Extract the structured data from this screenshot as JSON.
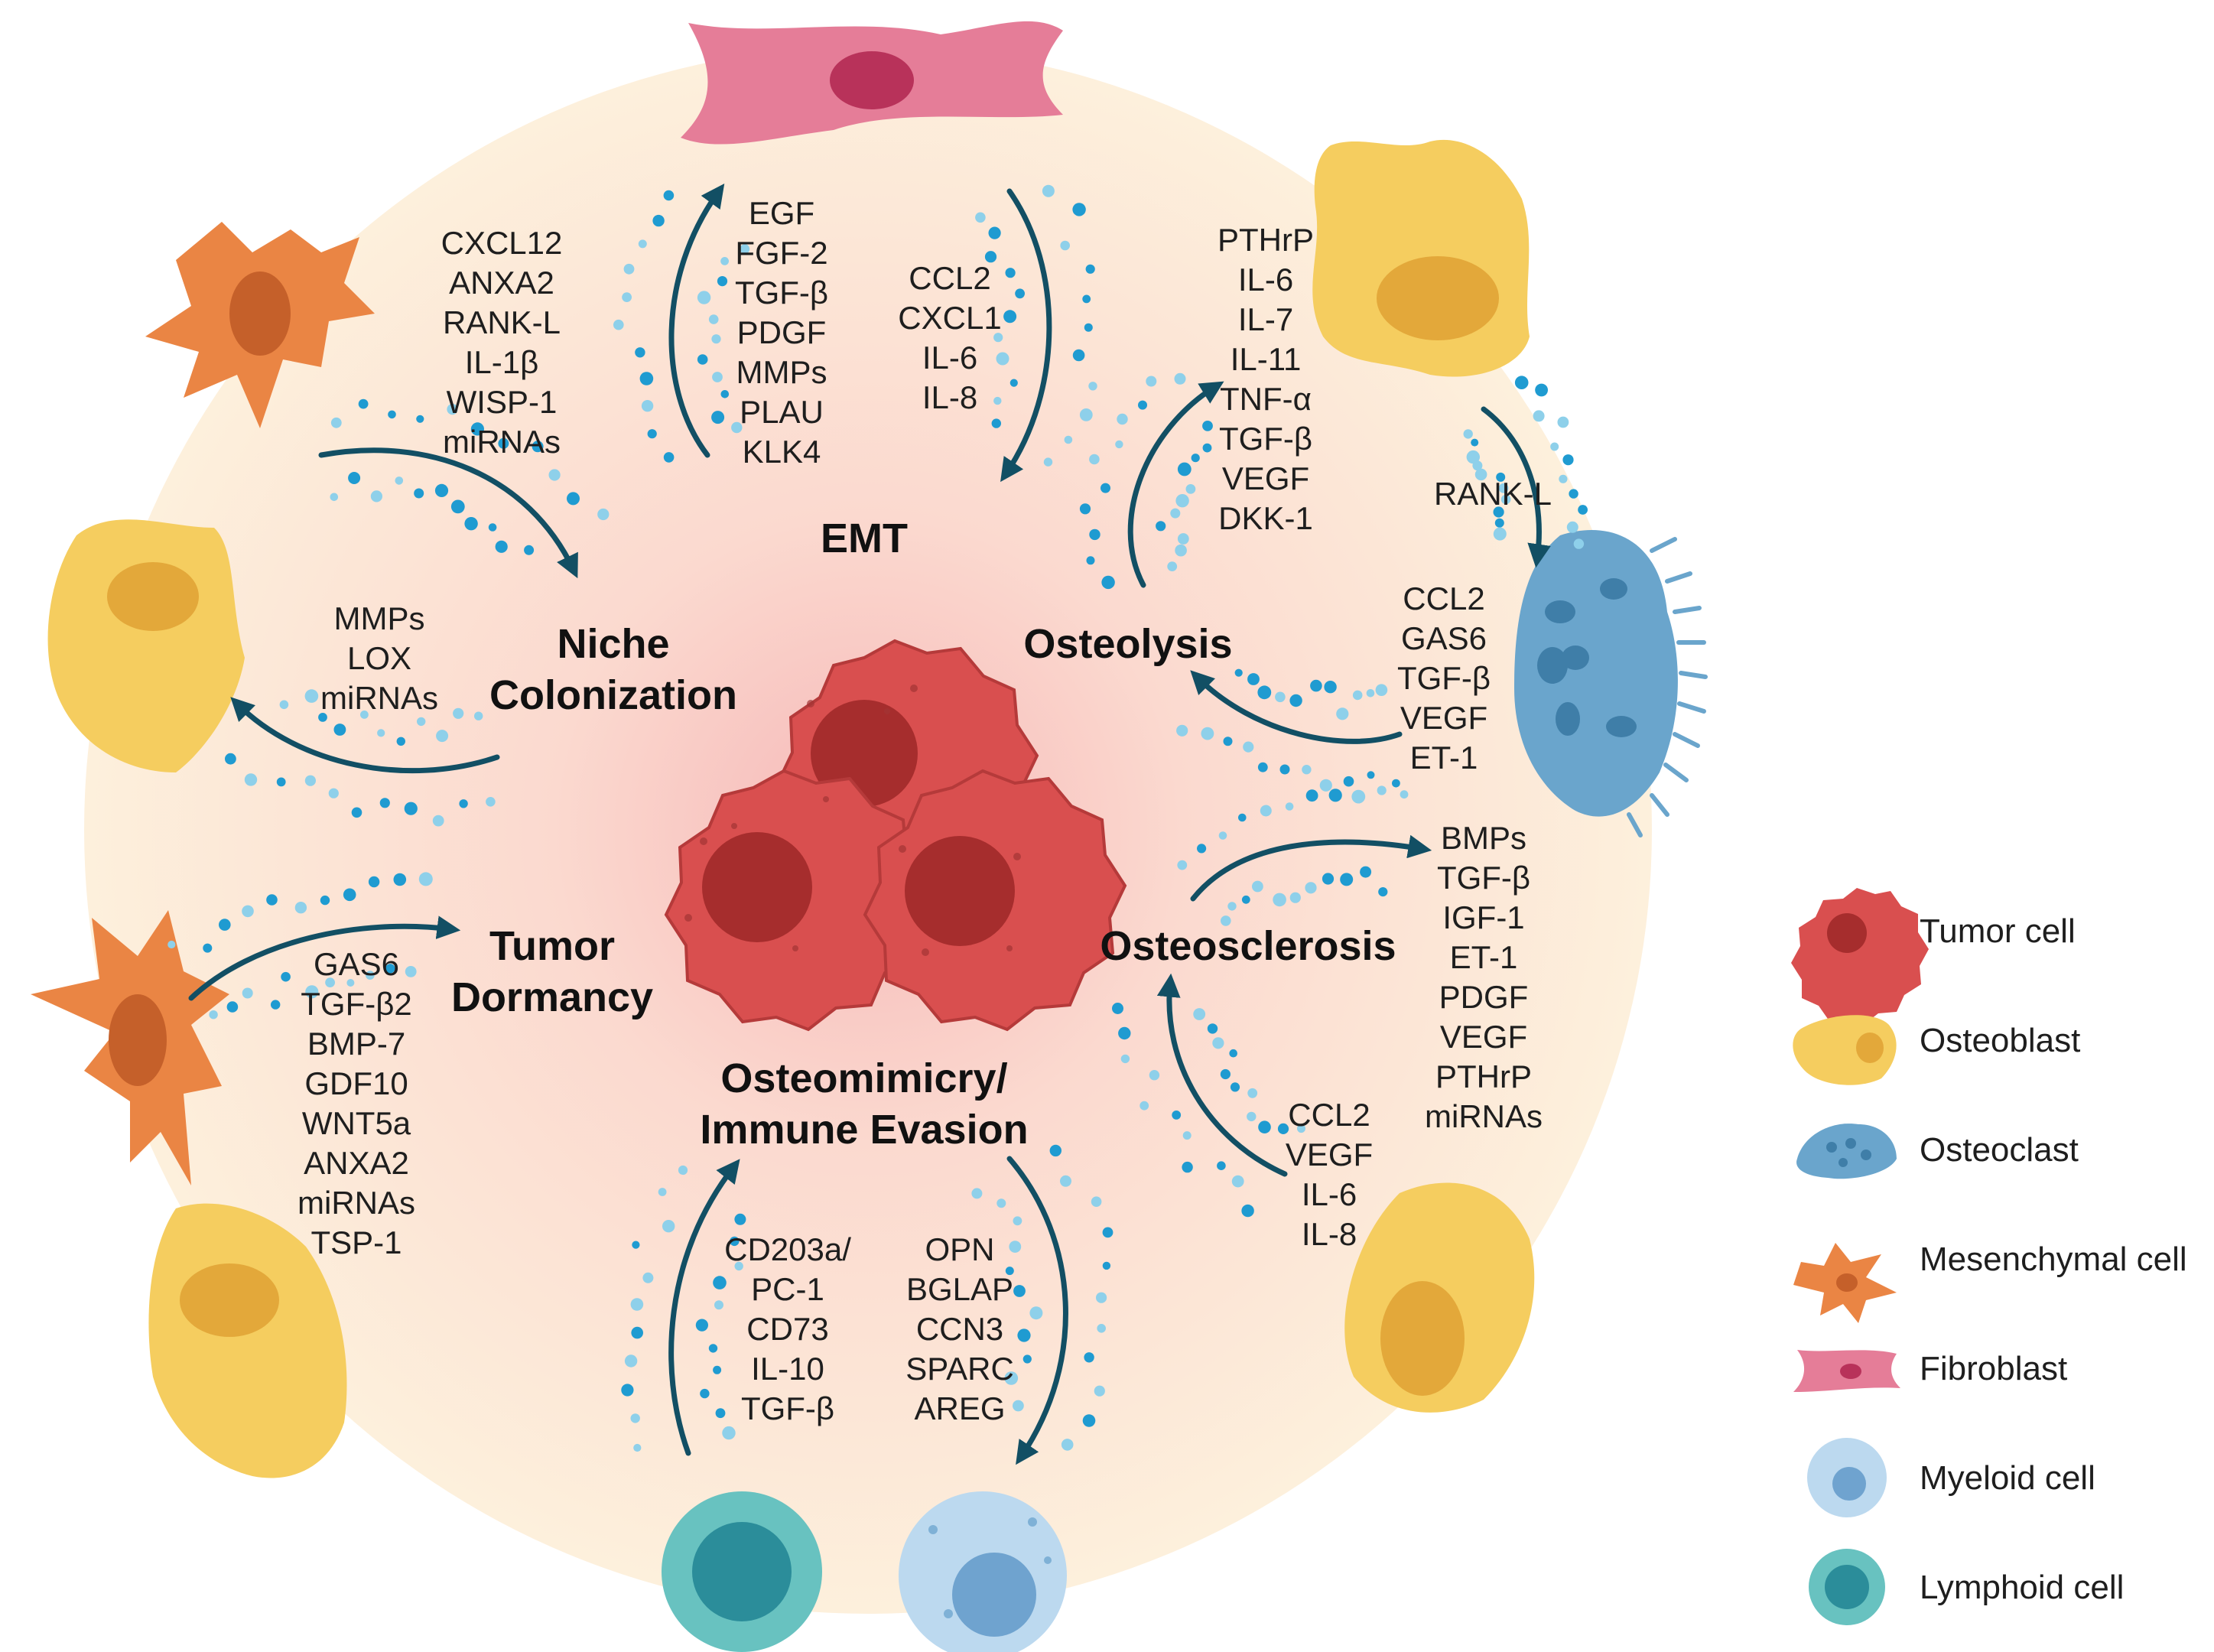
{
  "colors": {
    "arrow": "#124f64",
    "dot_dark": "#1f9bd1",
    "dot_light": "#8ed0ea",
    "tumor": "#d94f4f",
    "osteoblast": "#f5cd5f",
    "osteoclast": "#6aa5cc",
    "mesenchymal": "#ea8544",
    "fibroblast": "#e57d98",
    "myeloid": "#bcd9ef",
    "lymphoid": "#68c2c0"
  },
  "processes": {
    "emt": "EMT",
    "niche_1": "Niche",
    "niche_2": "Colonization",
    "osteolysis": "Osteolysis",
    "dormancy_1": "Tumor",
    "dormancy_2": "Dormancy",
    "osteosclerosis": "Osteosclerosis",
    "osteomimicry_1": "Osteomimicry/",
    "osteomimicry_2": "Immune Evasion"
  },
  "factors": {
    "emt_left": [
      "EGF",
      "FGF-2",
      "TGF-β",
      "PDGF",
      "MMPs",
      "PLAU",
      "KLK4"
    ],
    "emt_right": [
      "CCL2",
      "CXCL1",
      "IL-6",
      "IL-8"
    ],
    "niche_top": [
      "CXCL12",
      "ANXA2",
      "RANK-L",
      "IL-1β",
      "WISP-1",
      "miRNAs"
    ],
    "niche_left": [
      "MMPs",
      "LOX",
      "miRNAs"
    ],
    "osteolysis_top": [
      "PTHrP",
      "IL-6",
      "IL-7",
      "IL-11",
      "TNF-α",
      "TGF-β",
      "VEGF",
      "DKK-1"
    ],
    "rankl": [
      "RANK-L"
    ],
    "osteolysis_right": [
      "CCL2",
      "GAS6",
      "TGF-β",
      "VEGF",
      "ET-1"
    ],
    "dormancy": [
      "GAS6",
      "TGF-β2",
      "BMP-7",
      "GDF10",
      "WNT5a",
      "ANXA2",
      "miRNAs",
      "TSP-1"
    ],
    "osteosclerosis_top": [
      "BMPs",
      "TGF-β",
      "IGF-1",
      "ET-1",
      "PDGF",
      "VEGF",
      "PTHrP",
      "miRNAs"
    ],
    "osteosclerosis_bottom": [
      "CCL2",
      "VEGF",
      "IL-6",
      "IL-8"
    ],
    "osteomimicry_left": [
      "CD203a/",
      "PC-1",
      "CD73",
      "IL-10",
      "TGF-β"
    ],
    "osteomimicry_right": [
      "OPN",
      "BGLAP",
      "CCN3",
      "SPARC",
      "AREG"
    ]
  },
  "legend": [
    {
      "label": "Tumor cell",
      "icon": "tumor-cell-icon"
    },
    {
      "label": "Osteoblast",
      "icon": "osteoblast-icon"
    },
    {
      "label": "Osteoclast",
      "icon": "osteoclast-icon"
    },
    {
      "label": "Mesenchymal cell",
      "icon": "mesenchymal-cell-icon"
    },
    {
      "label": "Fibroblast",
      "icon": "fibroblast-icon"
    },
    {
      "label": "Myeloid cell",
      "icon": "myeloid-cell-icon"
    },
    {
      "label": "Lymphoid cell",
      "icon": "lymphoid-cell-icon"
    }
  ]
}
